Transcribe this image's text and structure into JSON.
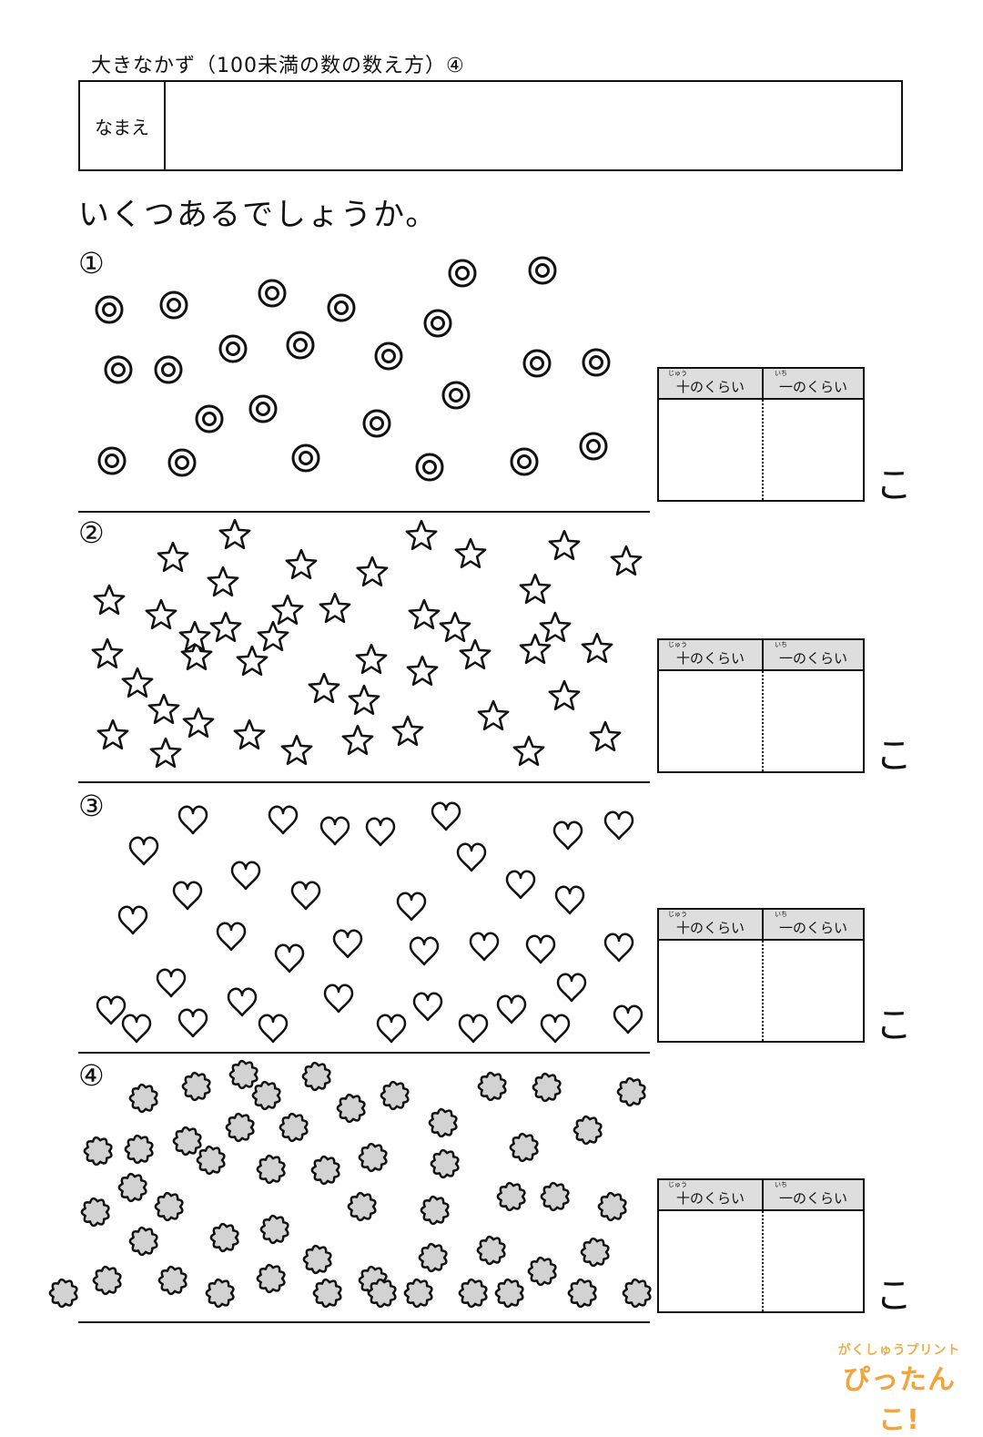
{
  "title": "大きなかず（100未満の数の数え方）④",
  "name_label": "なまえ",
  "instruction": "いくつあるでしょうか。",
  "table": {
    "tens_label": "十のくらい",
    "tens_ruby": "じゅう",
    "ones_label": "一のくらい",
    "ones_ruby": "いち"
  },
  "unit": "こ",
  "questions": [
    {
      "number": "①",
      "shape": "double-circle-icon",
      "count": 25
    },
    {
      "number": "②",
      "shape": "star-icon",
      "count": 43
    },
    {
      "number": "③",
      "shape": "heart-icon",
      "count": 37
    },
    {
      "number": "④",
      "shape": "cloud-blob-icon",
      "count": 52
    }
  ],
  "logo": {
    "line1": "がくしゅうプリント",
    "line2": "ぴったんこ!"
  },
  "colors": {
    "ink": "#111111",
    "table_header": "#dedede",
    "blob_fill": "#d2d2d2",
    "logo_yellow": "#e8b04a",
    "logo_orange": "#f2a33c"
  }
}
